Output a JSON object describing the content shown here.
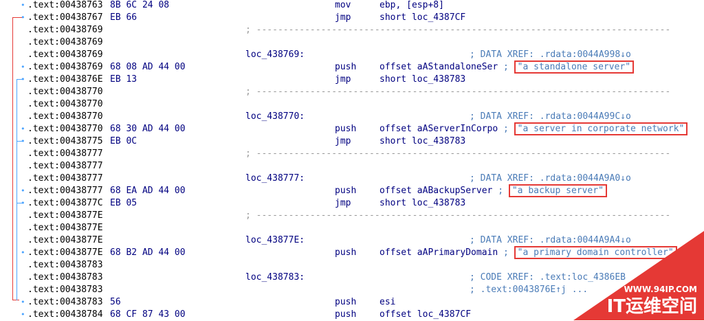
{
  "rows": [
    {
      "dot": "•",
      "addr": ".text:00438763",
      "bytes": "8B 6C 24 08",
      "mnem": "mov",
      "ops": "ebp, [esp+8]"
    },
    {
      "dot": "•",
      "addr": ".text:00438767",
      "bytes": "EB 66",
      "mnem": "jmp",
      "ops": "short loc_4387CF"
    },
    {
      "dot": "",
      "addr": ".text:00438769",
      "sep": ";",
      "sepline": true
    },
    {
      "dot": "",
      "addr": ".text:00438769"
    },
    {
      "dot": "",
      "addr": ".text:00438769",
      "label": "loc_438769:",
      "xref": "; DATA XREF: .rdata:0044A998↓o"
    },
    {
      "dot": "•",
      "addr": ".text:00438769",
      "bytes": "68 08 AD 44 00",
      "mnem": "push",
      "ops": "offset aAStandaloneSer",
      "semi": ";",
      "boxed": "\"a standalone server\""
    },
    {
      "dot": "•",
      "addr": ".text:0043876E",
      "bytes": "EB 13",
      "mnem": "jmp",
      "ops": "short loc_438783"
    },
    {
      "dot": "",
      "addr": ".text:00438770",
      "sep": ";",
      "sepline": true
    },
    {
      "dot": "",
      "addr": ".text:00438770"
    },
    {
      "dot": "",
      "addr": ".text:00438770",
      "label": "loc_438770:",
      "xref": "; DATA XREF: .rdata:0044A99C↓o"
    },
    {
      "dot": "•",
      "addr": ".text:00438770",
      "bytes": "68 30 AD 44 00",
      "mnem": "push",
      "ops": "offset aAServerInCorpo",
      "semi": ";",
      "boxed": "\"a server in corporate network\""
    },
    {
      "dot": "•",
      "addr": ".text:00438775",
      "bytes": "EB 0C",
      "mnem": "jmp",
      "ops": "short loc_438783"
    },
    {
      "dot": "",
      "addr": ".text:00438777",
      "sep": ";",
      "sepline": true
    },
    {
      "dot": "",
      "addr": ".text:00438777"
    },
    {
      "dot": "",
      "addr": ".text:00438777",
      "label": "loc_438777:",
      "xref": "; DATA XREF: .rdata:0044A9A0↓o"
    },
    {
      "dot": "•",
      "addr": ".text:00438777",
      "bytes": "68 EA AD 44 00",
      "mnem": "push",
      "ops": "offset aABackupServer",
      "semi": ";",
      "boxed": "\"a backup server\""
    },
    {
      "dot": "•",
      "addr": ".text:0043877C",
      "bytes": "EB 05",
      "mnem": "jmp",
      "ops": "short loc_438783"
    },
    {
      "dot": "",
      "addr": ".text:0043877E",
      "sep": ";",
      "sepline": true
    },
    {
      "dot": "",
      "addr": ".text:0043877E"
    },
    {
      "dot": "",
      "addr": ".text:0043877E",
      "label": "loc_43877E:",
      "xref": "; DATA XREF: .rdata:0044A9A4↓o"
    },
    {
      "dot": "•",
      "addr": ".text:0043877E",
      "bytes": "68 B2 AD 44 00",
      "mnem": "push",
      "ops": "offset aAPrimaryDomain",
      "semi": ";",
      "boxed": "\"a primary domain controller\""
    },
    {
      "dot": "",
      "addr": ".text:00438783"
    },
    {
      "dot": "",
      "addr": ".text:00438783",
      "label": "loc_438783:",
      "xref": "; CODE XREF: .text:loc_4386EB"
    },
    {
      "dot": "",
      "addr": ".text:00438783",
      "xref": "; .text:0043876E↑j ..."
    },
    {
      "dot": "•",
      "addr": ".text:00438783",
      "bytes": "56",
      "mnem": "push",
      "ops": "esi"
    },
    {
      "dot": "•",
      "addr": ".text:00438784",
      "bytes": "68 CF 87 43 00",
      "mnem": "push",
      "ops": "offset loc_4387CF"
    }
  ],
  "watermark": {
    "url": "WWW.94IP.COM",
    "name": "IT运维空间"
  },
  "colors": {
    "address": "#000000",
    "instruction": "#000080",
    "comment": "#4a7bb7",
    "separator": "#9a9a9a",
    "highlight_box": "#e53935",
    "flow_arrow": "#e53935",
    "watermark_bg": "#e53935"
  }
}
